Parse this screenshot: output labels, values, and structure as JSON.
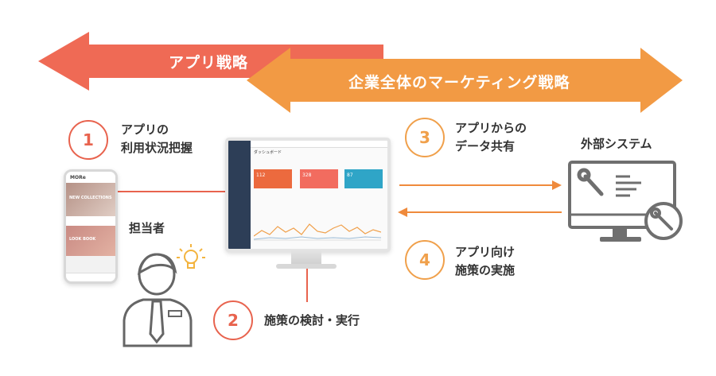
{
  "banners": {
    "app_strategy": "アプリ戦略",
    "company_strategy": "企業全体のマーケティング戦略"
  },
  "steps": [
    {
      "num": "1",
      "label_line1": "アプリの",
      "label_line2": "利用状況把握"
    },
    {
      "num": "2",
      "label_line1": "施策の検討・実行",
      "label_line2": ""
    },
    {
      "num": "3",
      "label_line1": "アプリからの",
      "label_line2": "データ共有"
    },
    {
      "num": "4",
      "label_line1": "アプリ向け",
      "label_line2": "施策の実施"
    }
  ],
  "labels": {
    "person": "担当者",
    "external_system": "外部システム"
  },
  "phone": {
    "brand": "MORe",
    "banner1": "NEW COLLECTIONS",
    "banner2": "LOOK BOOK"
  },
  "dashboard": {
    "title": "ダッシュボード",
    "card1_value": "112",
    "card2_value": "328",
    "card3_value": "87"
  },
  "colors": {
    "red_arrow": "#ef6a55",
    "orange_arrow": "#f29a44",
    "step_red": "#e8634e",
    "step_orange": "#f0a04b",
    "flow_line": "#ef8a3c"
  }
}
